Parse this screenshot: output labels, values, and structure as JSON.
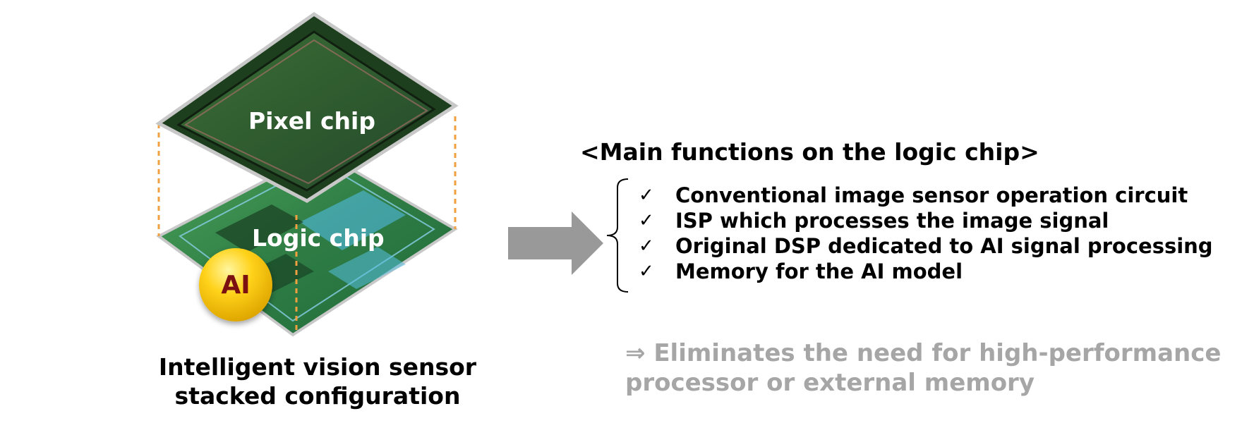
{
  "diagram": {
    "stack": {
      "top_chip_label": "Pixel chip",
      "bottom_chip_label": "Logic chip",
      "badge": "AI"
    },
    "caption": {
      "line1": "Intelligent vision sensor",
      "line2": "stacked configuration"
    },
    "functions": {
      "heading": "<Main functions on the logic chip>",
      "check_glyph": "✓",
      "items": [
        "Conventional image sensor operation circuit",
        "ISP which processes the image signal",
        "Original DSP dedicated to AI signal processing",
        "Memory for the AI model"
      ]
    },
    "conclusion": {
      "line1": "⇒  Eliminates the need for high-performance",
      "line2": "processor or external memory"
    },
    "colors": {
      "pixel_chip": "#2f5e2c",
      "logic_chip": "#3a8a4c",
      "dashed_guides": "#f0a040",
      "arrow": "#999999",
      "conclusion_text": "#a6a6a6"
    }
  }
}
